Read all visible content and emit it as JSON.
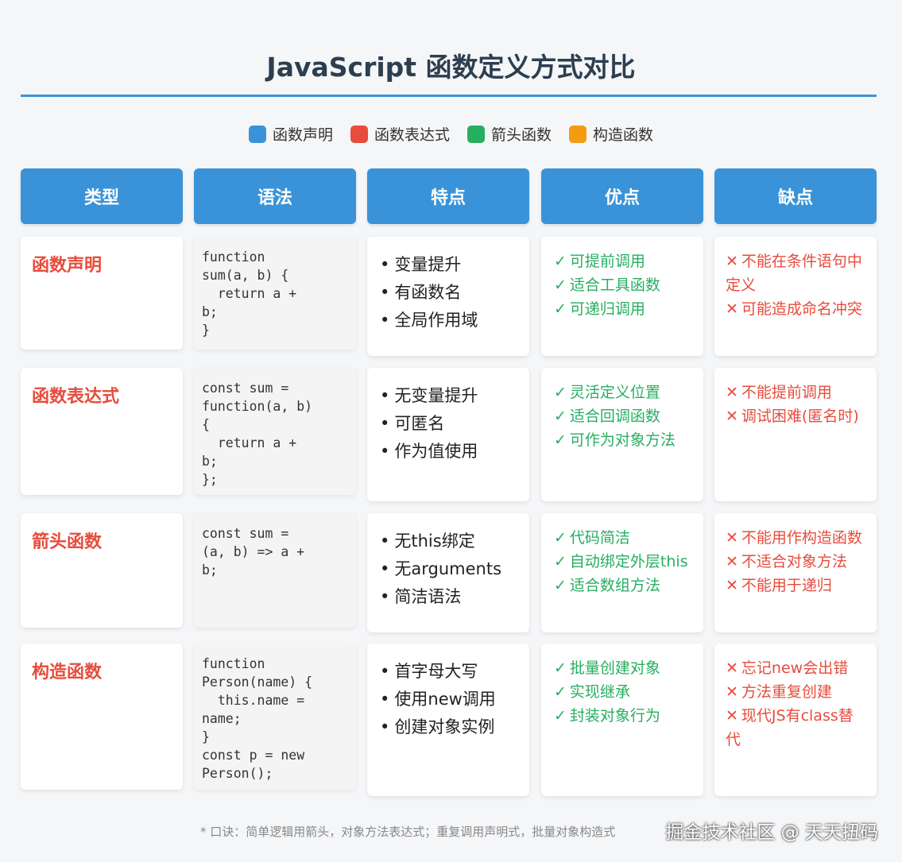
{
  "title": "JavaScript 函数定义方式对比",
  "legend": [
    {
      "label": "函数声明",
      "color": "#3a93d8"
    },
    {
      "label": "函数表达式",
      "color": "#e74c3c"
    },
    {
      "label": "箭头函数",
      "color": "#27ae60"
    },
    {
      "label": "构造函数",
      "color": "#f39c12"
    }
  ],
  "headers": [
    "类型",
    "语法",
    "特点",
    "优点",
    "缺点"
  ],
  "rows": [
    {
      "type": "函数声明",
      "code": "function\nsum(a, b) {\n  return a +\nb;\n}",
      "features": [
        "变量提升",
        "有函数名",
        "全局作用域"
      ],
      "pros": [
        "可提前调用",
        "适合工具函数",
        "可递归调用"
      ],
      "cons": [
        "不能在条件语句中定义",
        "可能造成命名冲突"
      ]
    },
    {
      "type": "函数表达式",
      "code": "const sum =\nfunction(a, b)\n{\n  return a +\nb;\n};",
      "features": [
        "无变量提升",
        "可匿名",
        "作为值使用"
      ],
      "pros": [
        "灵活定义位置",
        "适合回调函数",
        "可作为对象方法"
      ],
      "cons": [
        "不能提前调用",
        "调试困难(匿名时)"
      ]
    },
    {
      "type": "箭头函数",
      "code": "const sum =\n(a, b) => a +\nb;",
      "features": [
        "无this绑定",
        "无arguments",
        "简洁语法"
      ],
      "pros": [
        "代码简洁",
        "自动绑定外层this",
        "适合数组方法"
      ],
      "cons": [
        "不能用作构造函数",
        "不适合对象方法",
        "不能用于递归"
      ]
    },
    {
      "type": "构造函数",
      "code": "function\nPerson(name) {\n  this.name =\nname;\n}\nconst p = new\nPerson();",
      "features": [
        "首字母大写",
        "使用new调用",
        "创建对象实例"
      ],
      "pros": [
        "批量创建对象",
        "实现继承",
        "封装对象行为"
      ],
      "cons": [
        "忘记new会出错",
        "方法重复创建",
        "现代JS有class替代"
      ]
    }
  ],
  "marks": {
    "pro": "✓",
    "con": "✕"
  },
  "footer": "* 口诀：简单逻辑用箭头，对象方法表达式；重复调用声明式，批量对象构造式",
  "watermark": "掘金技术社区 @ 天天扭码"
}
